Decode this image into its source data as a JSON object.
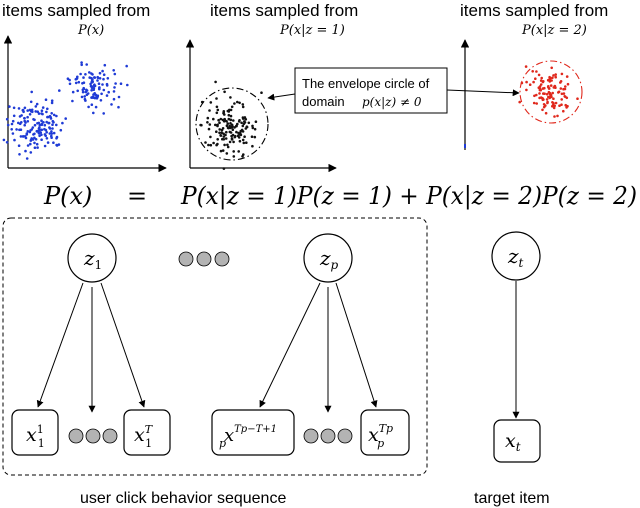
{
  "panels": [
    {
      "heading": "items sampled from",
      "subtitle": "P(x)",
      "dot_color": "#1f3bd6"
    },
    {
      "heading": "items sampled from",
      "subtitle": "P(x|z = 1)",
      "dot_color": "#111111"
    },
    {
      "heading": "items sampled from",
      "subtitle": "P(x|z = 2)",
      "dot_color": "#e0281c"
    }
  ],
  "callout": {
    "line1": "The envelope circle of",
    "line2_text": "domain",
    "line2_math": "p(x|z) ≠ 0"
  },
  "equation": {
    "lhs": "P(x)",
    "eq": "=",
    "rhs": "P(x|z = 1)P(z = 1) + P(x|z = 2)P(z = 2)"
  },
  "graph": {
    "latent_nodes": [
      {
        "base": "z",
        "sub": "1"
      },
      {
        "base": "z",
        "sub": "p"
      },
      {
        "base": "z",
        "sub": "t"
      }
    ],
    "item_nodes": [
      {
        "base": "x",
        "sub": "1",
        "sup": "1"
      },
      {
        "base": "x",
        "sub": "1",
        "sup": "T"
      },
      {
        "base": "x",
        "sub": "p",
        "sup": "Tp−T+1"
      },
      {
        "base": "x",
        "sub": "p",
        "sup": "Tp"
      },
      {
        "base": "x",
        "sub": "t",
        "sup": ""
      }
    ],
    "ellipsis_color": "#b3b3b3"
  },
  "captions": {
    "sequence": "user click behavior sequence",
    "target": "target item"
  }
}
